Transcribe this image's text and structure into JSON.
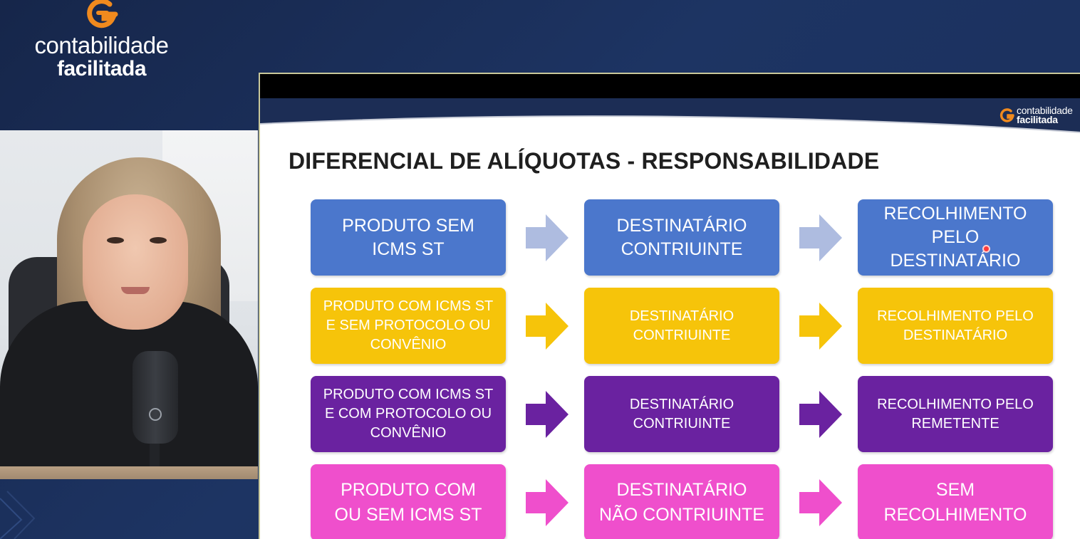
{
  "brand": {
    "line1": "contabilidade",
    "line2": "facilitada",
    "accent_color": "#f08a1e",
    "icon": "cf-logo-icon"
  },
  "slide": {
    "title": "DIFERENCIAL DE ALÍQUOTAS - RESPONSABILIDADE",
    "logo_line1": "contabilidade",
    "logo_line2": "facilitada",
    "colors": {
      "blue": "#4b77cc",
      "yellow": "#f6c40a",
      "purple": "#6a22a0",
      "pink": "#ef4fcc",
      "header": "#1c2d55"
    },
    "rows": [
      {
        "color": "blue",
        "product": [
          "PRODUTO SEM",
          "ICMS ST"
        ],
        "recipient": [
          "DESTINATÁRIO",
          "CONTRIUINTE"
        ],
        "collection": [
          "RECOLHIMENTO",
          "PELO DESTINATÁRIO"
        ]
      },
      {
        "color": "yellow",
        "product": [
          "PRODUTO COM ICMS ST",
          "E SEM PROTOCOLO OU",
          "CONVÊNIO"
        ],
        "recipient": [
          "DESTINATÁRIO",
          "CONTRIUINTE"
        ],
        "collection": [
          "RECOLHIMENTO PELO",
          "DESTINATÁRIO"
        ]
      },
      {
        "color": "purple",
        "product": [
          "PRODUTO COM ICMS ST",
          "E COM PROTOCOLO OU",
          "CONVÊNIO"
        ],
        "recipient": [
          "DESTINATÁRIO",
          "CONTRIUINTE"
        ],
        "collection": [
          "RECOLHIMENTO PELO",
          "REMETENTE"
        ]
      },
      {
        "color": "pink",
        "product": [
          "PRODUTO COM",
          "OU SEM ICMS ST"
        ],
        "recipient": [
          "DESTINATÁRIO",
          "NÃO CONTRIUINTE"
        ],
        "collection": [
          "SEM",
          "RECOLHIMENTO"
        ]
      }
    ]
  }
}
